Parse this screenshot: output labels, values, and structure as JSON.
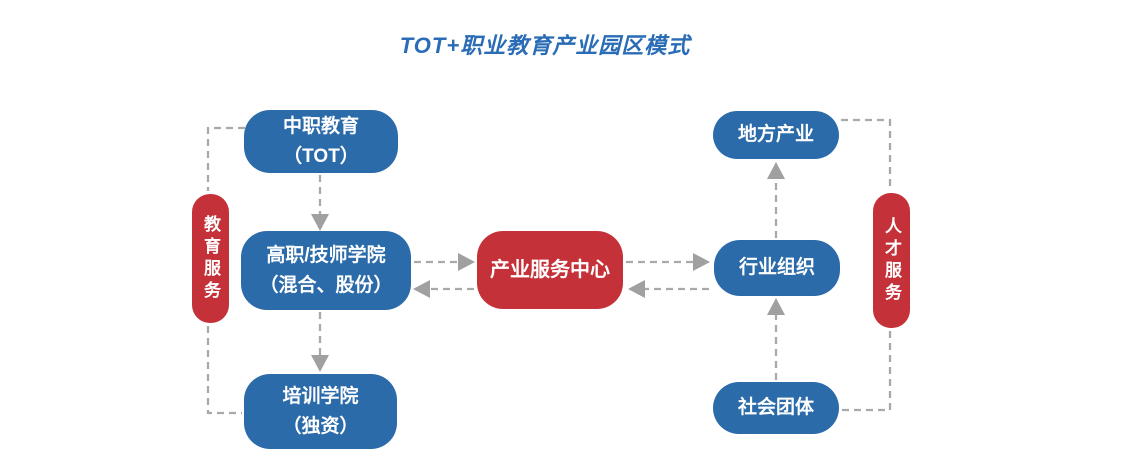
{
  "title": "TOT+职业教育产业园区模式",
  "colors": {
    "node_blue": "#2b6ba9",
    "node_red": "#c53138",
    "title_blue": "#2a6cb6",
    "connector_gray": "#a9a9a9"
  },
  "nodes": {
    "zhongzhi": {
      "line1": "中职教育",
      "line2": "（TOT）"
    },
    "gaozhi": {
      "line1": "高职/技师学院",
      "line2": "（混合、股份）"
    },
    "peixun": {
      "line1": "培训学院",
      "line2": "（独资）"
    },
    "chanye": {
      "label": "产业服务中心"
    },
    "hangye": {
      "label": "行业组织"
    },
    "difang": {
      "label": "地方产业"
    },
    "shehui": {
      "label": "社会团体"
    },
    "jiaoyu_pill": {
      "label": "教育服务"
    },
    "rencai_pill": {
      "label": "人才服务"
    }
  },
  "edges": [
    {
      "from": "中职教育（TOT）",
      "to": "高职/技师学院（混合、股份）",
      "style": "dashed-arrow-down"
    },
    {
      "from": "高职/技师学院（混合、股份）",
      "to": "培训学院（独资）",
      "style": "dashed-arrow-down"
    },
    {
      "from": "高职/技师学院（混合、股份）",
      "to": "产业服务中心",
      "style": "dashed-arrow-right"
    },
    {
      "from": "产业服务中心",
      "to": "高职/技师学院（混合、股份）",
      "style": "dashed-arrow-left"
    },
    {
      "from": "产业服务中心",
      "to": "行业组织",
      "style": "dashed-arrow-right"
    },
    {
      "from": "行业组织",
      "to": "产业服务中心",
      "style": "dashed-arrow-left"
    },
    {
      "from": "行业组织",
      "to": "地方产业",
      "style": "dashed-arrow-up"
    },
    {
      "from": "社会团体",
      "to": "行业组织",
      "style": "dashed-arrow-up"
    },
    {
      "from": "教育服务",
      "to": "中职教育（TOT）",
      "style": "dashed-elbow"
    },
    {
      "from": "教育服务",
      "to": "培训学院（独资）",
      "style": "dashed-elbow"
    },
    {
      "from": "人才服务",
      "to": "地方产业",
      "style": "dashed-elbow"
    },
    {
      "from": "人才服务",
      "to": "社会团体",
      "style": "dashed-elbow"
    }
  ]
}
